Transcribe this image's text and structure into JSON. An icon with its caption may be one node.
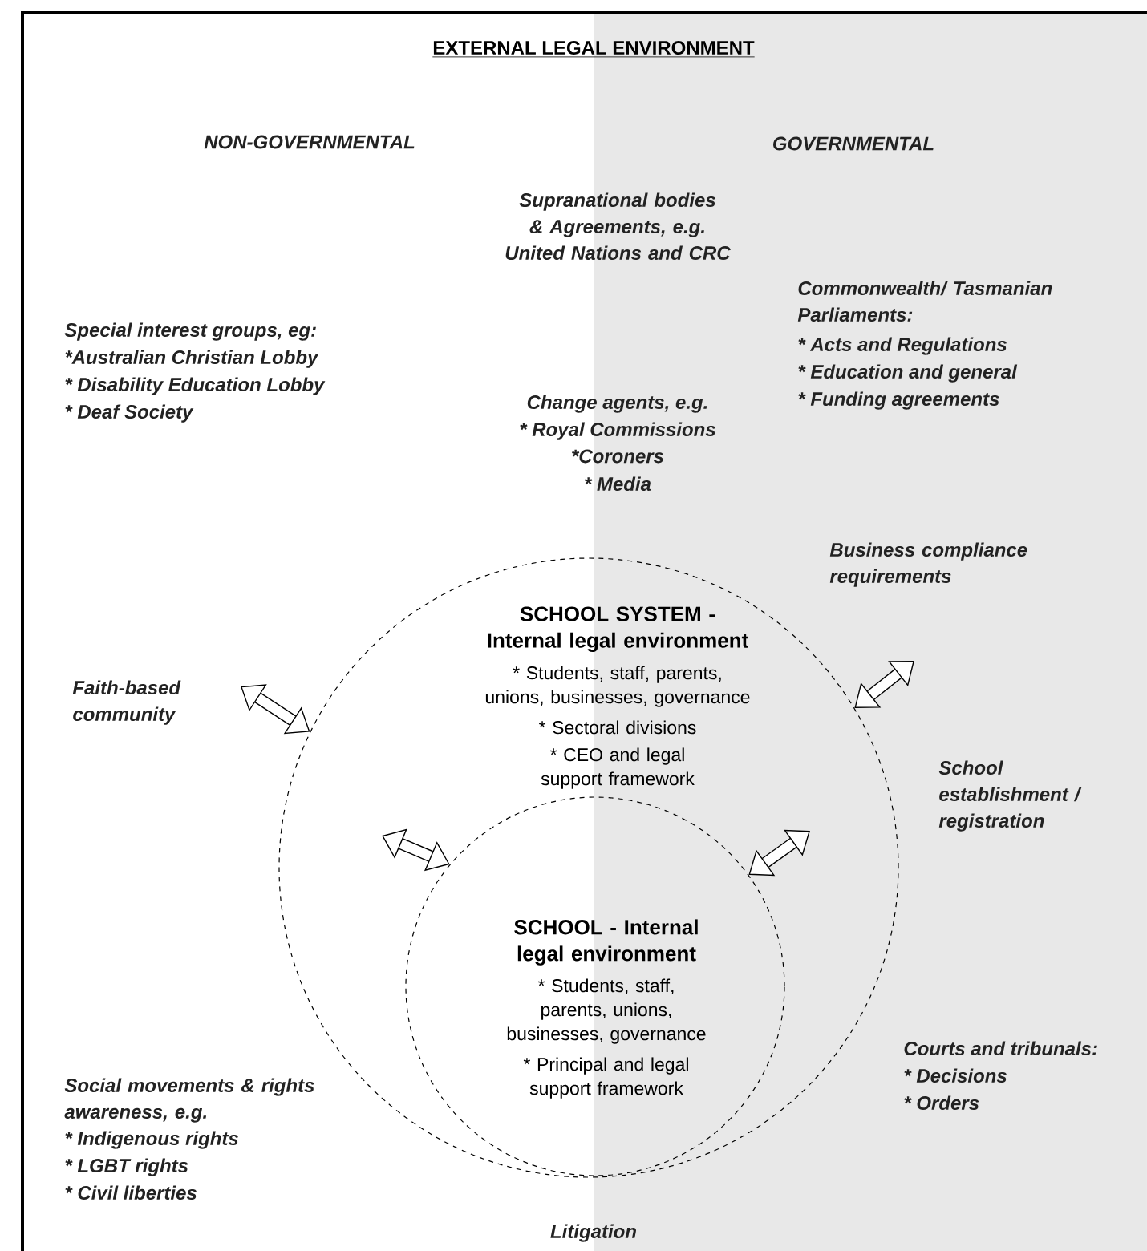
{
  "diagram": {
    "title": "EXTERNAL LEGAL ENVIRONMENT",
    "nodes": [
      {
        "text": [
          "SCHOOL SYSTEM - Internal legal environment",
          "* Students, staff, parents, unions, businesses, governance",
          "* Sectoral divisions",
          "* CEO and legal support framework"
        ]
      },
      {
        "text": [
          "SCHOOL - Internal legal environment",
          "* Students, staff, parents, unions, businesses, governance",
          "* Principal and legal support framework"
        ],
        "in": 0
      }
    ],
    "edges": [
      {
        "from": null,
        "to": 0,
        "arrow": "both"
      },
      {
        "from": null,
        "to": 0,
        "arrow": "both"
      },
      {
        "from": null,
        "to": 1,
        "arrow": "both"
      },
      {
        "from": null,
        "to": 1,
        "arrow": "both"
      }
    ],
    "labels": [
      "NON-GOVERNMENTAL",
      "GOVERNMENTAL",
      "Supranational bodies & Agreements, e.g. United Nations and CRC",
      "Commonwealth/ Tasmanian Parliaments:",
      "* Acts and Regulations",
      "* Education and general",
      "* Funding agreements",
      "Special interest groups, eg:",
      "*Australian Christian Lobby",
      "* Disability Education Lobby",
      "* Deaf Society",
      "Change agents, e.g.",
      "* Royal Commissions",
      "*Coroners",
      "* Media",
      "Business compliance requirements",
      "Faith-based community",
      "School establishment / registration",
      "Social movements & rights awareness, e.g.",
      "* Indigenous rights",
      "* LGBT rights",
      "* Civil liberties",
      "Courts and tribunals:",
      "* Decisions",
      "* Orders",
      "Litigation"
    ]
  }
}
